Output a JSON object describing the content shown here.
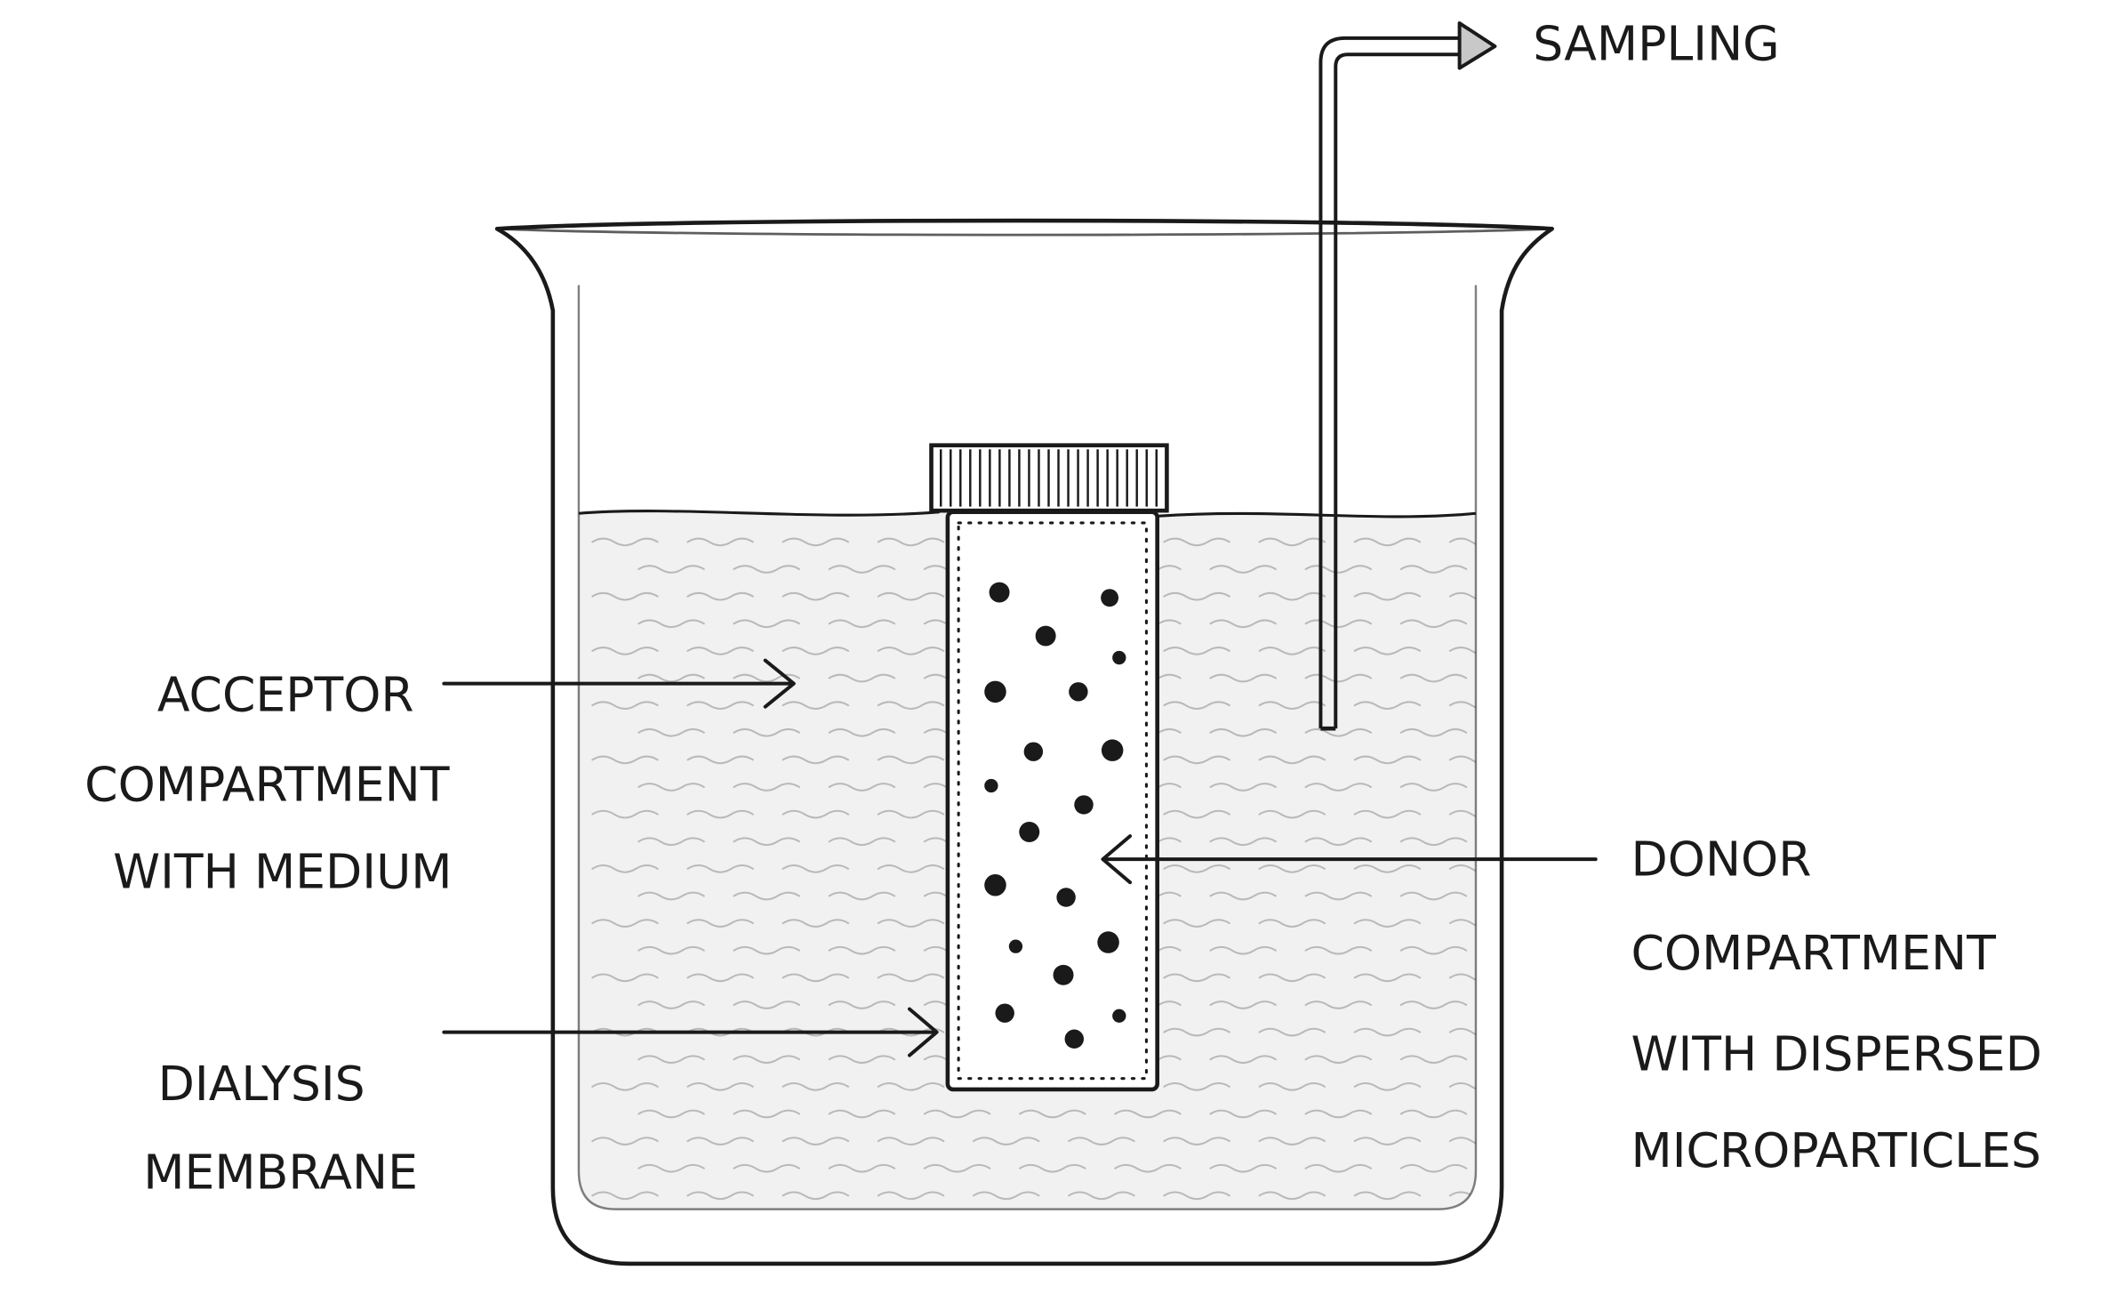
{
  "colors": {
    "ink": "#1a1a1a",
    "liquid": "#f1f1f1",
    "wave": "#b9b9b9",
    "arrow_fill": "#c8c8c8"
  },
  "labels": {
    "sampling": "SAMPLING",
    "acceptor": [
      "ACCEPTOR",
      "COMPARTMENT",
      "WITH MEDIUM"
    ],
    "dialysis": [
      "DIALYSIS",
      "MEMBRANE"
    ],
    "donor": [
      "DONOR",
      "COMPARTMENT",
      "WITH DISPERSED",
      "MICROPARTICLES"
    ]
  },
  "icons": [
    "beaker-icon",
    "dialysis-tube-icon",
    "sampling-tube-icon",
    "microparticle-icon"
  ]
}
